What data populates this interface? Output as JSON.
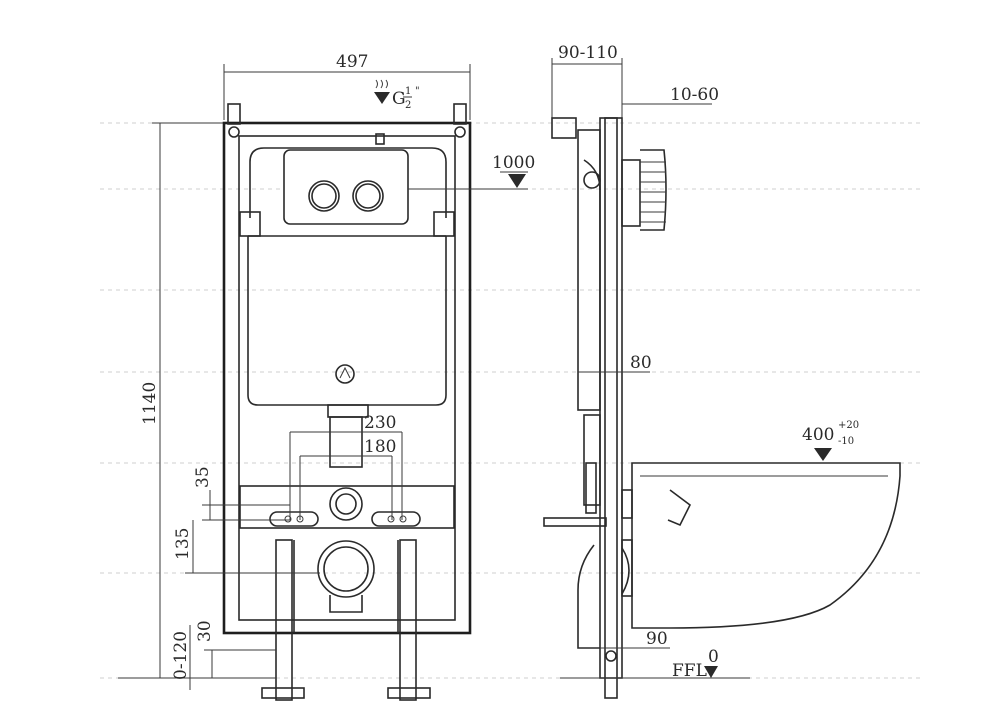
{
  "front_view": {
    "width_label": "497",
    "height_label": "1140",
    "connection_label": "G",
    "connection_numerator": "1",
    "connection_denominator": "2",
    "connection_unit": "\"",
    "button_height_label": "1000",
    "dim_230": "230",
    "dim_180": "180",
    "dim_35": "35",
    "dim_135": "135",
    "dim_30": "30",
    "dim_0_120": "0-120"
  },
  "side_view": {
    "depth_label": "90-110",
    "wall_label": "10-60",
    "frame_label": "80",
    "bowl_height_label": "400",
    "bowl_tol_plus": "+20",
    "bowl_tol_minus": "-10",
    "offset_label": "90",
    "floor_label": "FFL",
    "floor_value": "0"
  }
}
